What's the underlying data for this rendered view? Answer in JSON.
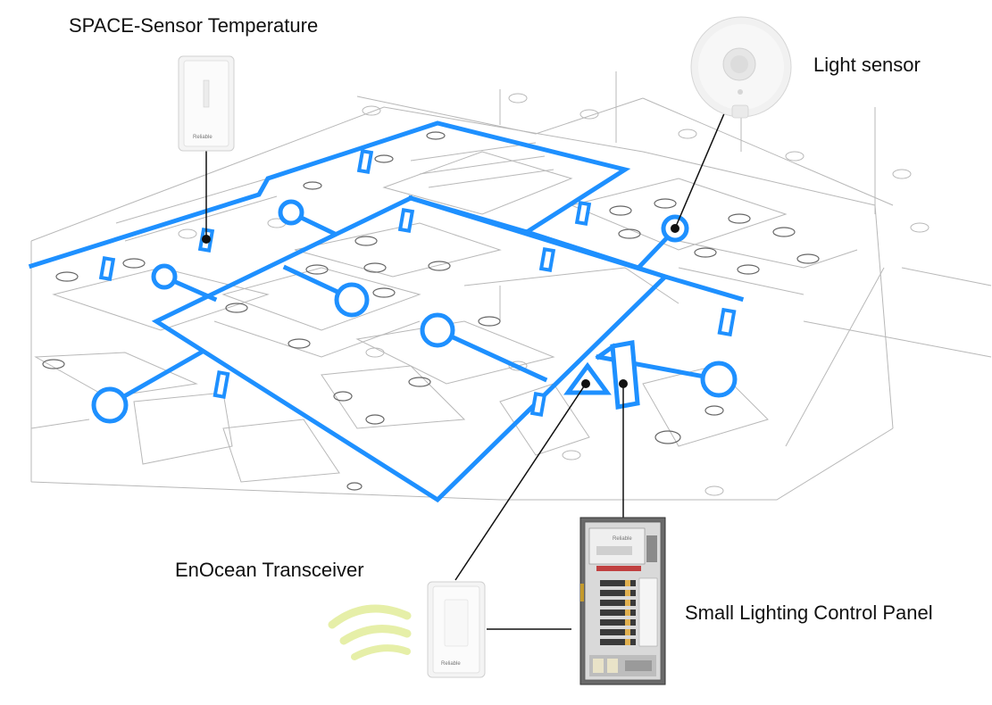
{
  "labels": {
    "temperature_sensor": "SPACE-Sensor Temperature",
    "light_sensor": "Light sensor",
    "enocean_transceiver": "EnOcean Transceiver",
    "lighting_panel": "Small Lighting Control Panel"
  },
  "device_branding": {
    "temperature_sensor": "Reliable",
    "enocean_transceiver": "Reliable",
    "lighting_panel": "Reliable"
  },
  "colors": {
    "network": "#1e90ff",
    "floorplan_lines": "#b8b8b8",
    "callout_lines": "#111111",
    "wireless_signal": "#e6efa8"
  }
}
